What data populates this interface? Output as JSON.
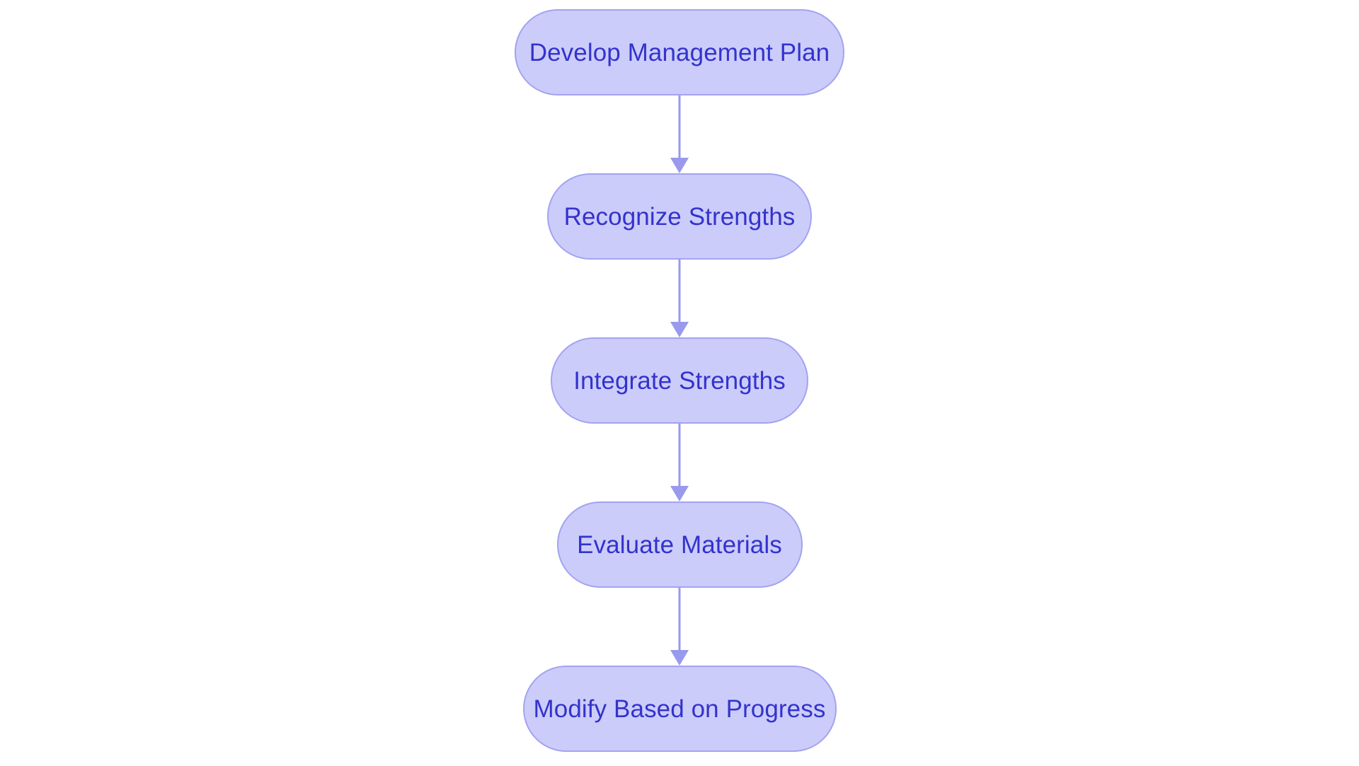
{
  "diagram": {
    "type": "flowchart",
    "orientation": "top-to-bottom",
    "background_color": "#ffffff",
    "node_fill_color": "#ccccfb",
    "node_border_color": "#a3a3f0",
    "node_text_color": "#3333cc",
    "connector_color": "#9999ee",
    "nodes": [
      {
        "id": "n1",
        "label": "Develop Management Plan"
      },
      {
        "id": "n2",
        "label": "Recognize Strengths"
      },
      {
        "id": "n3",
        "label": "Integrate Strengths"
      },
      {
        "id": "n4",
        "label": "Evaluate Materials"
      },
      {
        "id": "n5",
        "label": "Modify Based on Progress"
      }
    ],
    "connectors": [
      {
        "id": "e1",
        "from": "n1",
        "to": "n2",
        "arrow": "down-arrow-icon"
      },
      {
        "id": "e2",
        "from": "n2",
        "to": "n3",
        "arrow": "down-arrow-icon"
      },
      {
        "id": "e3",
        "from": "n3",
        "to": "n4",
        "arrow": "down-arrow-icon"
      },
      {
        "id": "e4",
        "from": "n4",
        "to": "n5",
        "arrow": "down-arrow-icon"
      }
    ]
  }
}
